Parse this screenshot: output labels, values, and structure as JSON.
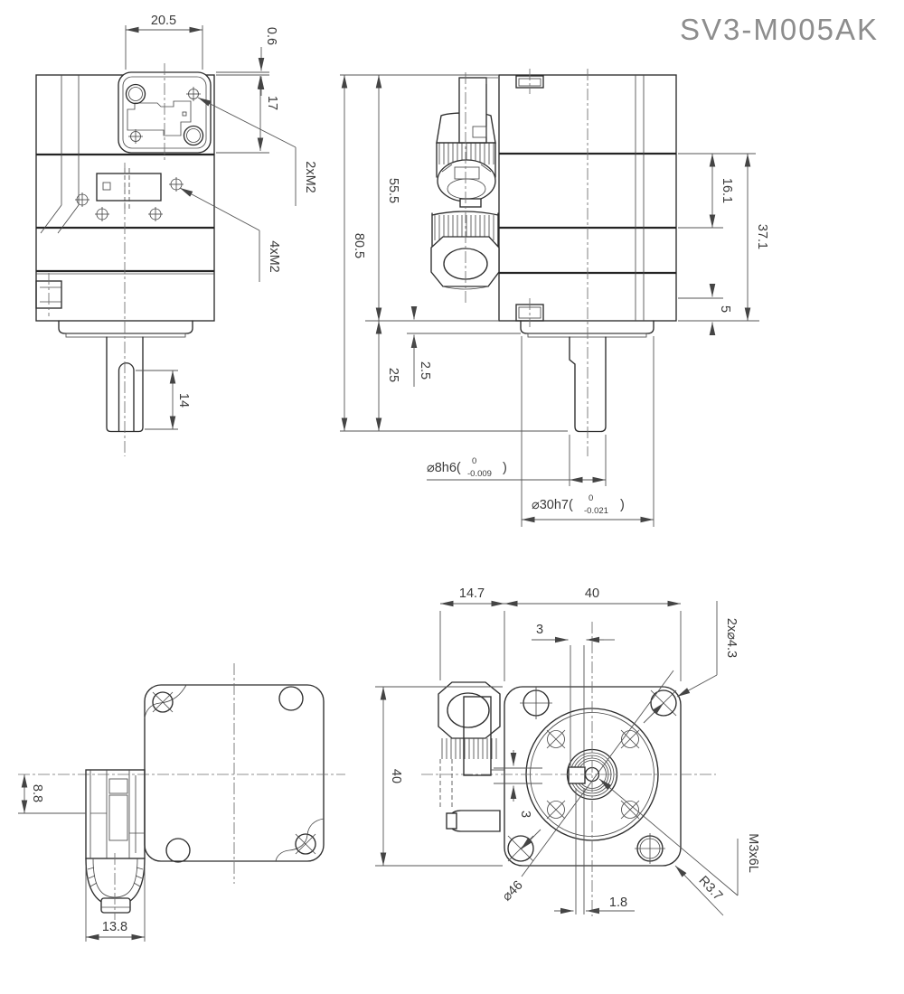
{
  "title": "SV3-M005AK",
  "views": {
    "side": {
      "d205": "20.5",
      "d06": "0.6",
      "d17": "17",
      "m2": "2xM2",
      "m4": "4xM2",
      "d14": "14"
    },
    "front": {
      "d805": "80.5",
      "d555": "55.5",
      "d25": "25",
      "d2_5": "2.5",
      "d161": "16.1",
      "d371": "37.1",
      "d5": "5",
      "shaft_dia": {
        "prefix": "⌀8h6(",
        "upper": "0",
        "lower": "-0.009",
        "suffix": ")"
      },
      "pilot_dia": {
        "prefix": "⌀30h7(",
        "upper": "0",
        "lower": "-0.021",
        "suffix": ")"
      }
    },
    "top": {
      "d88": "8.8",
      "d138": "13.8"
    },
    "face": {
      "d147": "14.7",
      "d40_top": "40",
      "d3_top": "3",
      "d40_left": "40",
      "d3_left": "3",
      "d18": "1.8",
      "holes": "2x⌀4.3",
      "tap": "M3x6L",
      "corner_radius": "R3.7",
      "bolt_circle": "⌀46"
    }
  }
}
